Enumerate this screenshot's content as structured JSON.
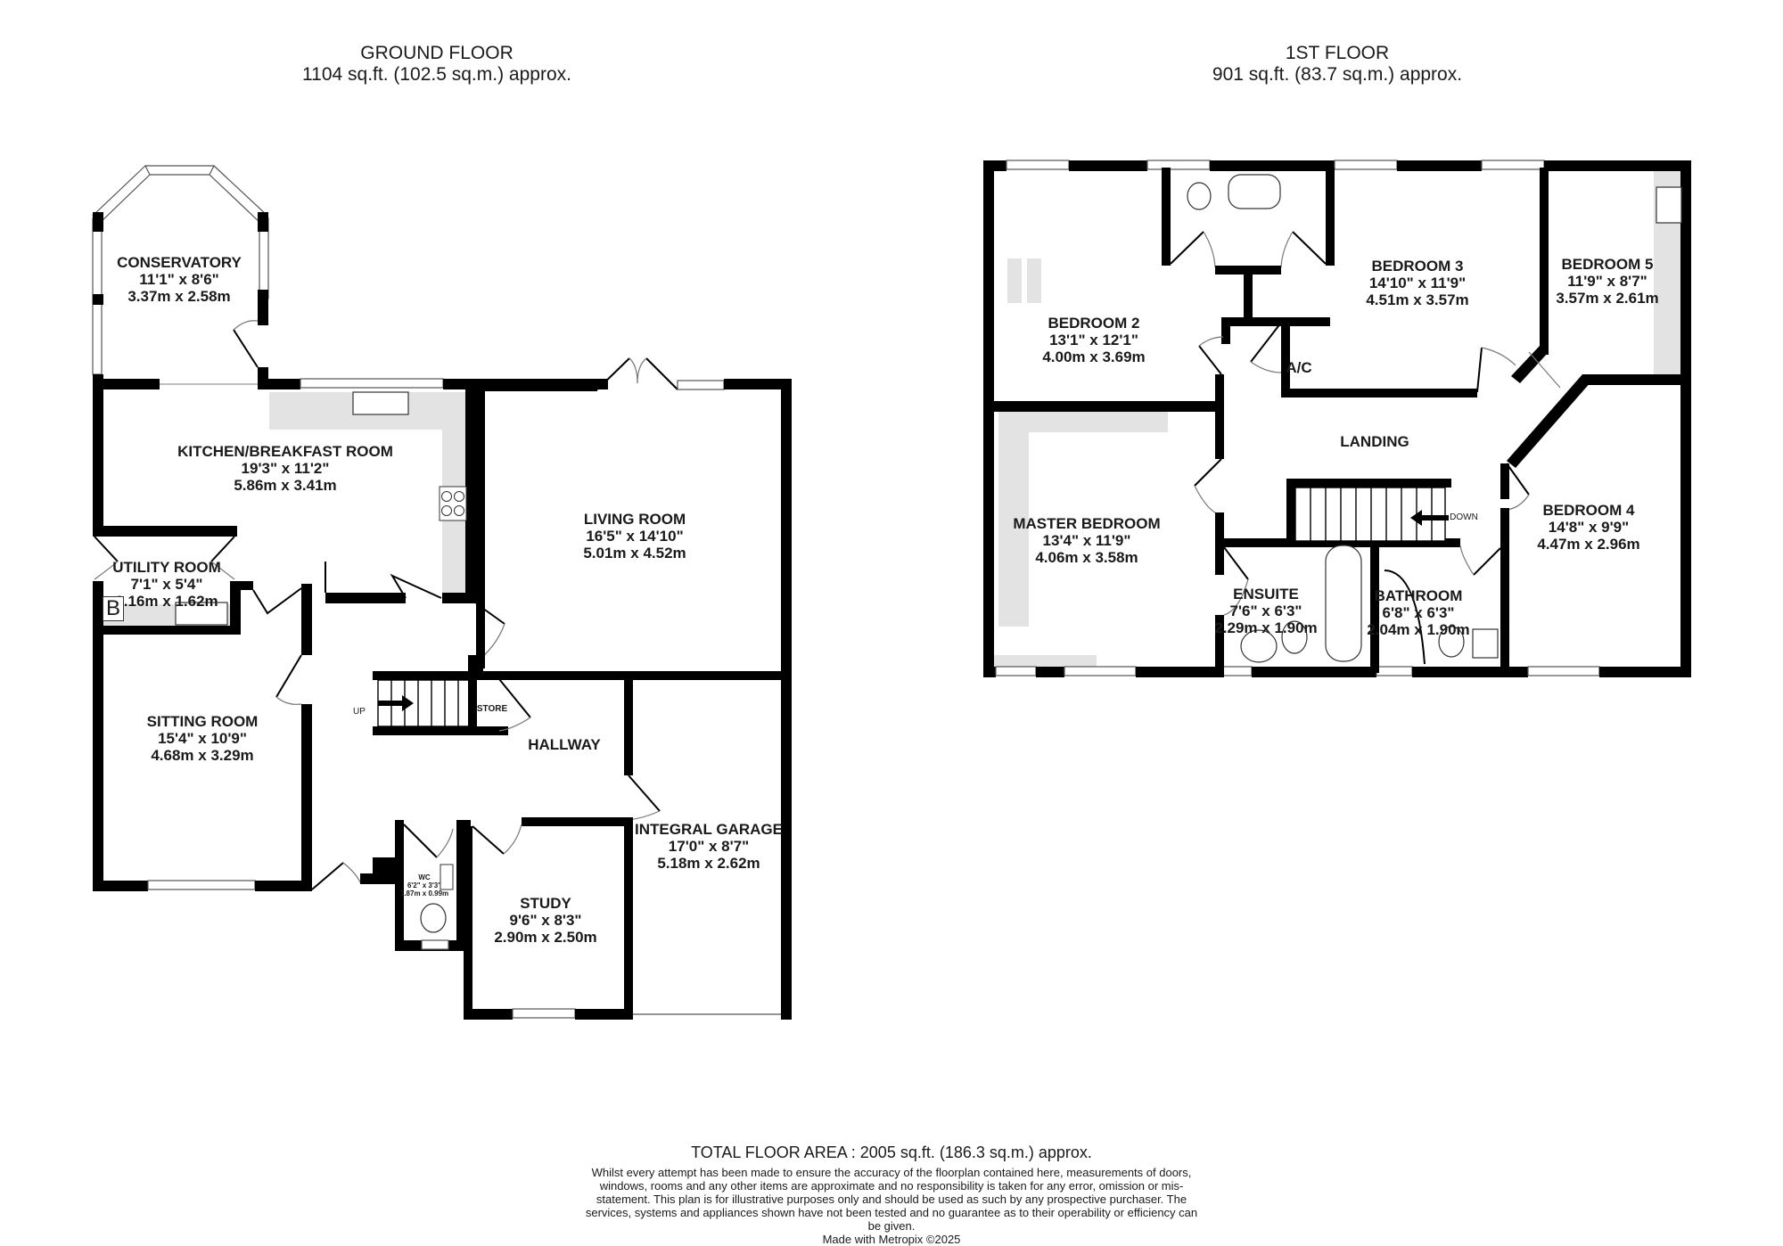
{
  "ground_floor": {
    "title": "GROUND FLOOR",
    "area": "1104 sq.ft. (102.5 sq.m.) approx.",
    "rooms": [
      {
        "name": "CONSERVATORY",
        "imperial": "11'1\"  x 8'6\"",
        "metric": "3.37m  x 2.58m"
      },
      {
        "name": "KITCHEN/BREAKFAST ROOM",
        "imperial": "19'3\"  x 11'2\"",
        "metric": "5.86m  x 3.41m"
      },
      {
        "name": "UTILITY ROOM",
        "imperial": "7'1\"  x 5'4\"",
        "metric": "2.16m  x 1.62m"
      },
      {
        "name": "LIVING ROOM",
        "imperial": "16'5\"  x 14'10\"",
        "metric": "5.01m  x 4.52m"
      },
      {
        "name": "SITTING ROOM",
        "imperial": "15'4\"  x 10'9\"",
        "metric": "4.68m  x 3.29m"
      },
      {
        "name": "HALLWAY"
      },
      {
        "name": "INTEGRAL GARAGE",
        "imperial": "17'0\"  x 8'7\"",
        "metric": "5.18m  x 2.62m"
      },
      {
        "name": "STUDY",
        "imperial": "9'6\"  x 8'3\"",
        "metric": "2.90m  x 2.50m"
      },
      {
        "name": "WC",
        "imperial": "6'2\"  x 3'3\"",
        "metric": "1.87m  x 0.99m"
      }
    ],
    "annotations": {
      "up": "UP",
      "store": "STORE",
      "boiler": "B"
    }
  },
  "first_floor": {
    "title": "1ST FLOOR",
    "area": "901 sq.ft. (83.7 sq.m.) approx.",
    "rooms": [
      {
        "name": "BEDROOM 2",
        "imperial": "13'1\"  x 12'1\"",
        "metric": "4.00m  x 3.69m"
      },
      {
        "name": "BEDROOM 3",
        "imperial": "14'10\"  x 11'9\"",
        "metric": "4.51m  x 3.57m"
      },
      {
        "name": "BEDROOM 5",
        "imperial": "11'9\"  x 8'7\"",
        "metric": "3.57m  x 2.61m"
      },
      {
        "name": "A/C"
      },
      {
        "name": "LANDING"
      },
      {
        "name": "MASTER BEDROOM",
        "imperial": "13'4\"  x 11'9\"",
        "metric": "4.06m  x 3.58m"
      },
      {
        "name": "BEDROOM 4",
        "imperial": "14'8\"  x 9'9\"",
        "metric": "4.47m  x 2.96m"
      },
      {
        "name": "ENSUITE",
        "imperial": "7'6\"  x 6'3\"",
        "metric": "2.29m  x 1.90m"
      },
      {
        "name": "BATHROOM",
        "imperial": "6'8\"  x 6'3\"",
        "metric": "2.04m  x 1.90m"
      }
    ],
    "annotations": {
      "down": "DOWN"
    }
  },
  "footer": {
    "total": "TOTAL FLOOR AREA : 2005 sq.ft. (186.3 sq.m.) approx.",
    "disclaimer": "Whilst every attempt has been made to ensure the accuracy of the floorplan contained here, measurements of doors, windows, rooms and any other items are approximate and no responsibility is taken for any error, omission or mis-statement. This plan is for illustrative purposes only and should be used as such by any prospective purchaser. The services, systems and appliances shown have not been tested and no guarantee as to their operability or efficiency can be given.",
    "made_with": "Made with Metropix ©2025"
  },
  "colors": {
    "wall": "#000000",
    "fitting": "#e3e3e3",
    "background": "#ffffff"
  }
}
